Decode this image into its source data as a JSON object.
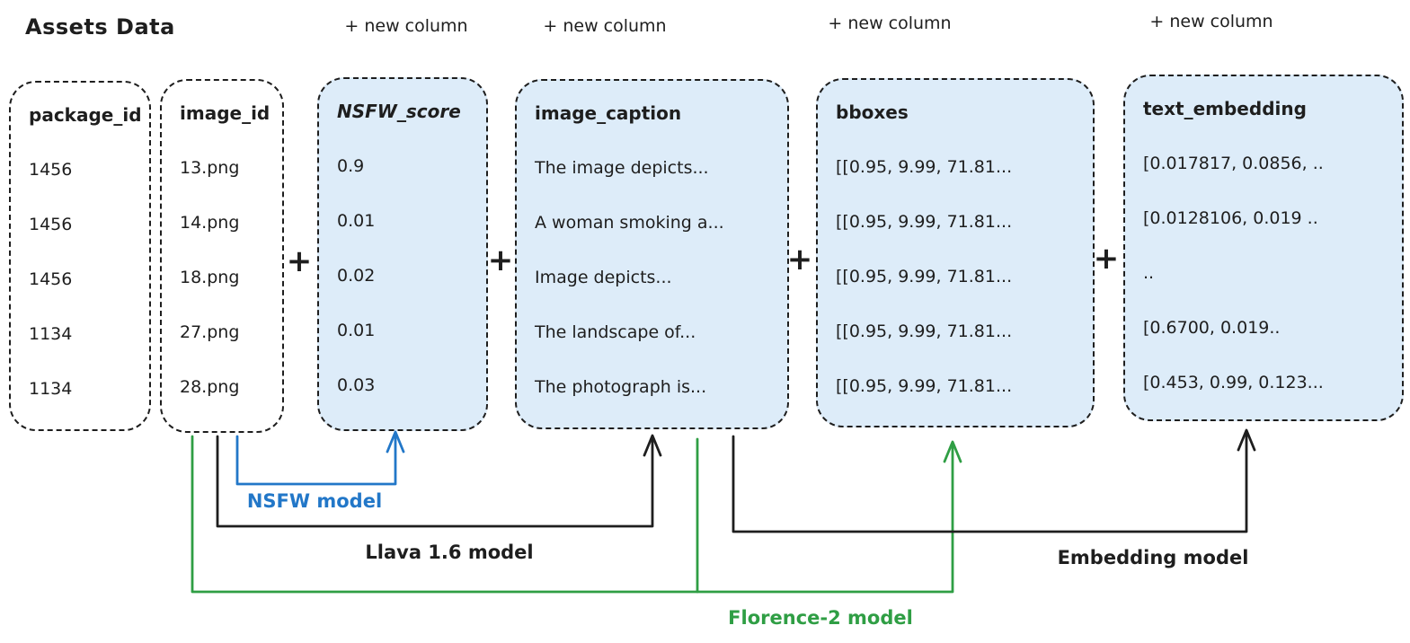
{
  "title": "Assets Data",
  "new_column_label": "+ new column",
  "plus_sign": "+",
  "columns": [
    {
      "name": "package_id",
      "values": [
        "1456",
        "1456",
        "1456",
        "1134",
        "1134"
      ]
    },
    {
      "name": "image_id",
      "values": [
        "13.png",
        "14.png",
        "18.png",
        "27.png",
        "28.png"
      ]
    },
    {
      "name": "NSFW_score",
      "values": [
        "0.9",
        "0.01",
        "0.02",
        "0.01",
        "0.03"
      ]
    },
    {
      "name": "image_caption",
      "values": [
        "The image depicts...",
        "A woman smoking a...",
        "Image depicts...",
        "The landscape of...",
        "The photograph is..."
      ]
    },
    {
      "name": "bboxes",
      "values": [
        "[[0.95, 9.99, 71.81...",
        "[[0.95, 9.99, 71.81...",
        "[[0.95, 9.99, 71.81...",
        "[[0.95, 9.99, 71.81...",
        "[[0.95, 9.99, 71.81..."
      ]
    },
    {
      "name": "text_embedding",
      "values": [
        "[0.017817, 0.0856, ..",
        "[0.0128106, 0.019 ..",
        "..",
        "[0.6700, 0.019..",
        "[0.453, 0.99, 0.123..."
      ]
    }
  ],
  "models": [
    {
      "name": "NSFW model",
      "color": "#2277c8",
      "source": "image_id",
      "target": "NSFW_score"
    },
    {
      "name": "Llava 1.6 model",
      "color": "#1e1e1e",
      "source": "image_id",
      "target": "image_caption"
    },
    {
      "name": "Embedding model",
      "color": "#1e1e1e",
      "source": "image_caption",
      "target": "text_embedding"
    },
    {
      "name": "Florence-2 model",
      "color": "#2f9e44",
      "source": "image_id",
      "target": "bboxes"
    }
  ],
  "colors": {
    "ink": "#1e1e1e",
    "accent_blue": "#2277c8",
    "accent_green": "#2f9e44",
    "box_fill": "#ddecf9",
    "background": "#ffffff"
  }
}
